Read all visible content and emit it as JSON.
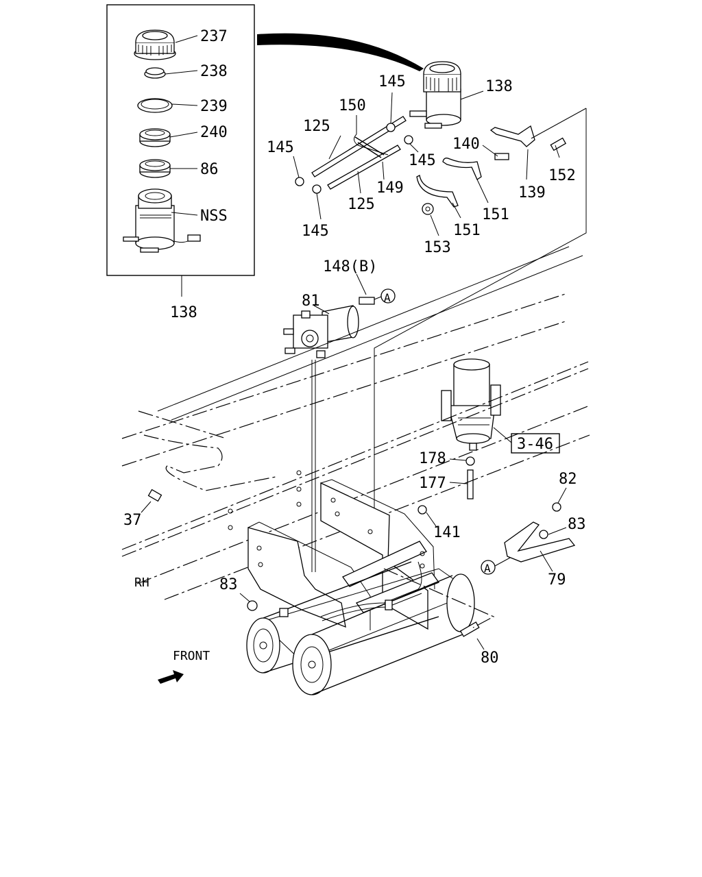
{
  "labels": {
    "p237": "237",
    "p238": "238",
    "p239": "239",
    "p240": "240",
    "p86": "86",
    "nss": "NSS",
    "p138_inset": "138",
    "p138": "138",
    "p145a": "145",
    "p145b": "145",
    "p145c": "145",
    "p145d": "145",
    "p150": "150",
    "p125a": "125",
    "p125b": "125",
    "p149": "149",
    "p140": "140",
    "p152": "152",
    "p139": "139",
    "p151a": "151",
    "p151b": "151",
    "p153": "153",
    "p148b": "148(B)",
    "p81": "81",
    "callout_a1": "A",
    "p3_46": "3-46",
    "p178": "178",
    "p177": "177",
    "p82": "82",
    "p83a": "83",
    "p79": "79",
    "callout_a2": "A",
    "p141": "141",
    "p37": "37",
    "rh": "RH",
    "p83b": "83",
    "p80": "80",
    "front": "FRONT"
  }
}
